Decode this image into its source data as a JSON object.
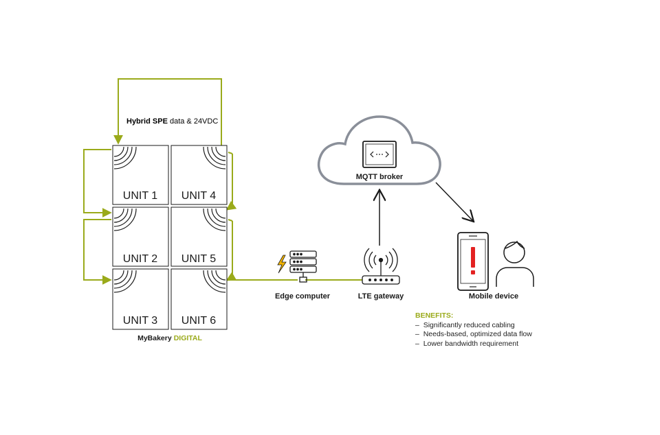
{
  "link_label": {
    "bold": "Hybrid SPE",
    "rest": " data & 24VDC"
  },
  "units": [
    "UNIT 1",
    "UNIT 2",
    "UNIT 3",
    "UNIT 4",
    "UNIT 5",
    "UNIT 6"
  ],
  "brand": {
    "name": "MyBakery",
    "suffix": "DIGITAL"
  },
  "devices": {
    "edge": "Edge computer",
    "gateway": "LTE gateway",
    "broker": "MQTT broker",
    "mobile": "Mobile device"
  },
  "benefits": {
    "title": "BENEFITS:",
    "items": [
      "Significantly reduced cabling",
      "Needs-based, optimized data flow",
      "Lower bandwidth requirement"
    ]
  },
  "colors": {
    "accent": "#9aaa1a",
    "stroke": "#1a1a1a",
    "cloud": "#8a8f99",
    "alert": "#e32222"
  },
  "icons": [
    "signal-wave-icon",
    "server-icon",
    "lightning-icon",
    "router-icon",
    "broadcast-icon",
    "code-window-icon",
    "cloud-icon",
    "phone-icon",
    "alert-icon",
    "user-icon"
  ]
}
